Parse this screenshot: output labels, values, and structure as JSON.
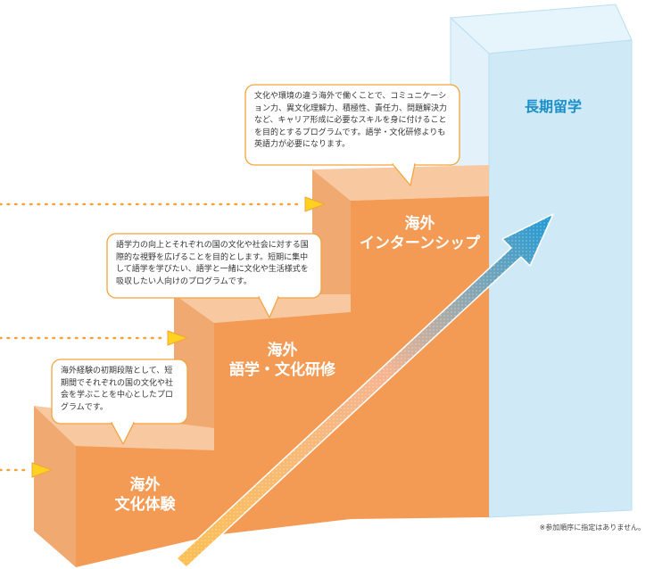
{
  "steps": [
    {
      "line1": "海外",
      "line2": "文化体験",
      "description": "海外経験の初期段階として、短期間でそれぞれの国の文化や社会を学ぶことを中心としたプログラムです。"
    },
    {
      "line1": "海外",
      "line2": "語学・文化研修",
      "description": "語学力の向上とそれぞれの国の文化や社会に対する国際的な視野を広げることを目的とします。短期に集中して語学を学びたい、語学と一緒に文化や生活様式を吸収したい人向けのプログラムです。"
    },
    {
      "line1": "海外",
      "line2": "インターンシップ",
      "description": "文化や環境の違う海外で働くことで、コミュニケーション力、異文化理解力、積極性、責任力、問題解決力など、キャリア形成に必要なスキルを身に付けることを目的とするプログラムです。語学・文化研修よりも英語力が必要になります。"
    }
  ],
  "long_term": {
    "label": "長期留学"
  },
  "note": "※参加順序に指定はありません。",
  "colors": {
    "step_front": "#f39a55",
    "step_top": "#f8c9a0",
    "step_side": "#e8894a",
    "tower_front": "#cfe9f7",
    "tower_side": "#e6f4fb",
    "tower_text": "#1a8fc9",
    "arrow_end": "#1f9ad6",
    "arrow_start": "#fbbf54",
    "dots": "#f5a23c"
  }
}
